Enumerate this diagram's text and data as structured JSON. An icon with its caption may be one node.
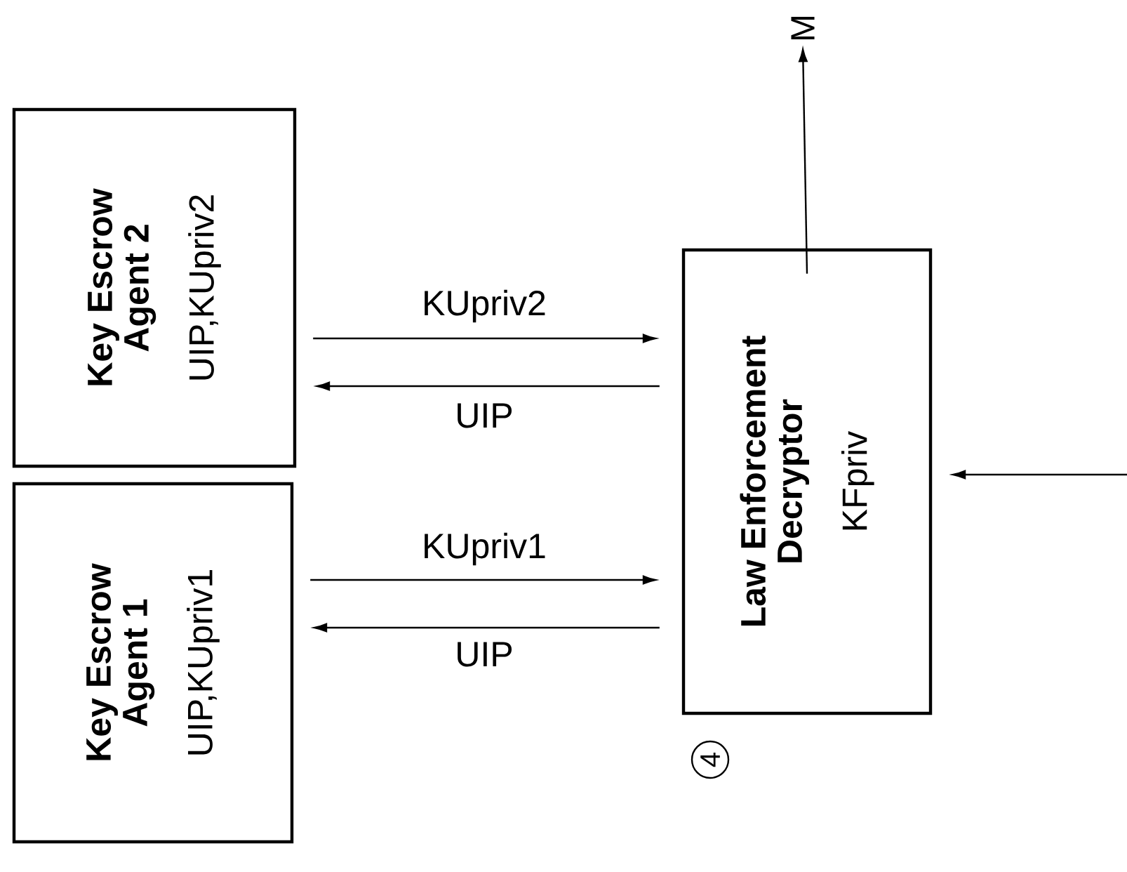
{
  "diagram": {
    "nodes": [
      {
        "text": [
          "Key Escrow Agent 2",
          "UIP,KUpriv2"
        ]
      },
      {
        "text": [
          "Key Escrow Agent 1",
          "UIP,KUpriv1"
        ]
      },
      {
        "text": [
          "Law Enforcement Decryptor",
          "KFpriv"
        ]
      },
      {
        "text": [
          "M"
        ]
      }
    ],
    "edges": [
      {
        "from": 0,
        "to": 2,
        "arrow": "to",
        "label": "KUpriv2"
      },
      {
        "from": 2,
        "to": 0,
        "arrow": "to",
        "label": "UIP"
      },
      {
        "from": 1,
        "to": 2,
        "arrow": "to",
        "label": "KUpriv1"
      },
      {
        "from": 2,
        "to": 1,
        "arrow": "to",
        "label": "UIP"
      },
      {
        "from": 2,
        "to": 3,
        "arrow": "to"
      },
      {
        "from": null,
        "to": 2,
        "arrow": "to"
      }
    ],
    "labels": [
      "4"
    ]
  }
}
